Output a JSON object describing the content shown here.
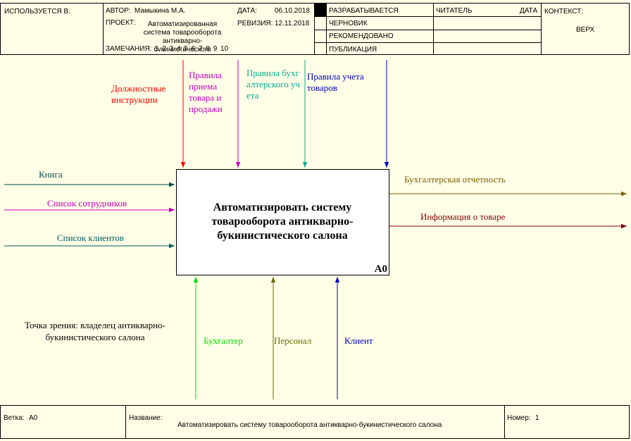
{
  "header": {
    "used_in_label": "ИСПОЛЬЗУЕТСЯ В:",
    "author_label": "АВТОР:",
    "author": "Мамыкина М.А.",
    "date_label": "ДАТА:",
    "date": "06.10.2018",
    "project_label": "ПРОЕКТ:",
    "project_lines": [
      "Автоматизированная",
      "система товарооборота",
      "антикварно-",
      "букинистического"
    ],
    "revision_label": "РЕВИЗИЯ:",
    "revision": "12.11.2018",
    "notes_label": "ЗАМЕЧАНИЯ:",
    "notes": "1 2 3 4 5 6 7 8 9 10",
    "status_working": "РАЗРАБАТЫВАЕТСЯ",
    "status_draft": "ЧЕРНОВИК",
    "status_recommended": "РЕКОМЕНДОВАНО",
    "status_publication": "ПУБЛИКАЦИЯ",
    "reader_label": "ЧИТАТЕЛЬ",
    "reader_date_label": "ДАТА",
    "context_label": "КОНТЕКСТ:",
    "context_value": "ВЕРХ"
  },
  "diagram": {
    "activity_title": "Автоматизировать систему товарооборота антикварно-букинистического салона",
    "activity_node": "A0",
    "controls": [
      {
        "label": "Должностные инструкции",
        "color": "#ff0000"
      },
      {
        "label": "Правила приема товара и продажи",
        "color": "#c000c0"
      },
      {
        "label": "Правила бухгалтерского учета",
        "color": "#00b090"
      },
      {
        "label": "Правила учета товаров",
        "color": "#0000c0"
      }
    ],
    "inputs": [
      {
        "label": "Книга",
        "color": "#004d4d"
      },
      {
        "label": "Список сотрудников",
        "color": "#c000c0"
      },
      {
        "label": "Список клиентов",
        "color": "#006060"
      }
    ],
    "outputs": [
      {
        "label": "Бухгалтерская отчетность",
        "color": "#7a6000"
      },
      {
        "label": "Информация о товаре",
        "color": "#800000"
      }
    ],
    "mechanisms": [
      {
        "label": "Бухгалтер",
        "color": "#00e000"
      },
      {
        "label": "Персонал",
        "color": "#6b6b00"
      },
      {
        "label": "Клиент",
        "color": "#0000d0"
      }
    ],
    "viewpoint": "Точка зрения: владелец антикварно-букинистического салона"
  },
  "footer": {
    "branch_label": "Ветка:",
    "branch": "A0",
    "name_label": "Название:",
    "name": "Автоматизировать систему товарооборота антикварно-букинистического салона",
    "number_label": "Номер:",
    "number": "1"
  }
}
